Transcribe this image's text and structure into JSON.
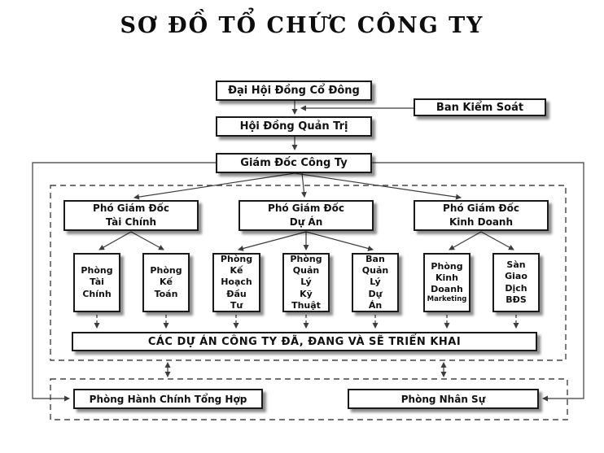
{
  "title": "SƠ ĐỒ TỔ CHỨC CÔNG TY",
  "nodes": {
    "dai_hoi_dong_co_dong": "Đại Hội Đồng Cổ Đông",
    "ban_kiem_soat": "Ban Kiểm Soát",
    "hoi_dong_quan_tri": "Hội Đồng Quản Trị",
    "giam_doc_cong_ty": "Giám Đốc Công Ty",
    "pho_gd_tai_chinh": "Phó Giám Đốc\nTài Chính",
    "pho_gd_du_an": "Phó Giám Đốc\nDự Án",
    "pho_gd_kinh_doanh": "Phó Giám Đốc\nKinh Doanh",
    "phong_tai_chinh": "Phòng\nTài\nChính",
    "phong_ke_toan": "Phòng\nKế\nToán",
    "phong_ke_hoach_dau_tu": "Phòng\nKế\nHoạch\nĐầu\nTư",
    "phong_quan_ly_ky_thuat": "Phòng\nQuản\nLý\nKỹ\nThuật",
    "ban_quan_ly_du_an": "Ban\nQuản\nLý\nDự\nÁn",
    "phong_kinh_doanh": "Phòng\nKinh\nDoanh",
    "phong_kinh_doanh_sub": "Marketing",
    "san_giao_dich_bds": "Sàn\nGiao\nDịch\nBĐS",
    "cac_du_an": "CÁC DỰ ÁN CÔNG TY ĐÃ, ĐANG VÀ SẼ TRIỂN KHAI",
    "phong_hanh_chinh_tong_hop": "Phòng Hành Chính Tổng Hợp",
    "phong_nhan_su": "Phòng Nhân Sự"
  },
  "colors": {
    "background": "#ffffff",
    "box_fill": "#ffffff",
    "box_border": "#1a1a1a",
    "text": "#111111",
    "connector": "#3c3c3c",
    "dashed_frame": "#444444"
  }
}
